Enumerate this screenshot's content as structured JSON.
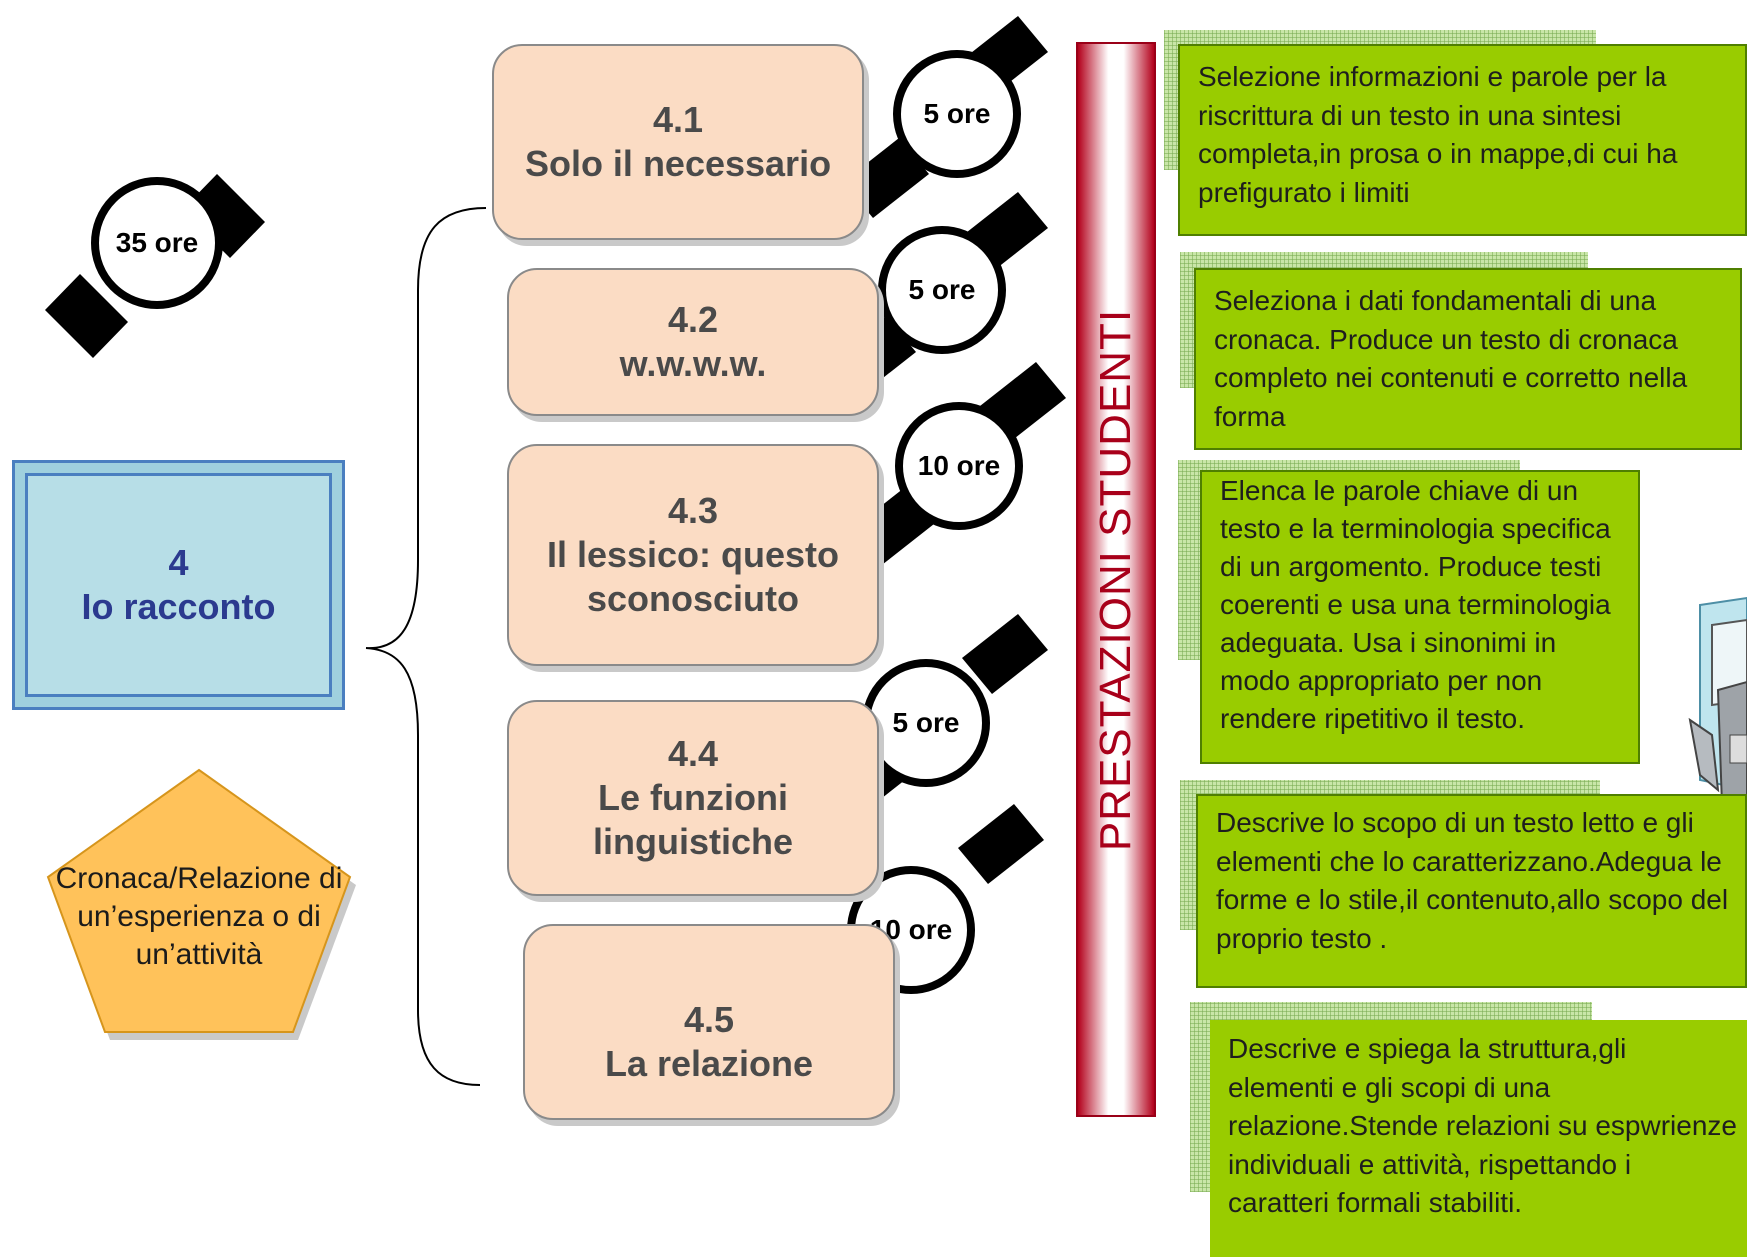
{
  "total_hours": "35 ore",
  "center": {
    "number": "4",
    "title": "Io racconto"
  },
  "pentagon": {
    "text": "Cronaca/Relazione di un’esperienza o di un’attività"
  },
  "vertical_banner": "PRESTAZIONI STUDENTI",
  "modules": [
    {
      "code": "4.1",
      "title": "Solo il necessario",
      "hours": "5 ore"
    },
    {
      "code": "4.2",
      "title": "w.w.w.w.",
      "hours": "5 ore"
    },
    {
      "code": "4.3",
      "title": "Il lessico: questo sconosciuto",
      "hours": "10 ore"
    },
    {
      "code": "4.4",
      "title": "Le funzioni linguistiche",
      "hours": "5 ore"
    },
    {
      "code": "4.5",
      "title": "La relazione",
      "hours": "10 ore"
    }
  ],
  "performances": [
    "Selezione informazioni e parole per la riscrittura di un testo in una sintesi completa,in prosa o in mappe,di cui ha prefigurato i limiti",
    "Seleziona i dati fondamentali di una cronaca. Produce un testo di cronaca completo nei contenuti e corretto nella forma",
    "Elenca le parole chiave di un testo e la terminologia specifica di un argomento. Produce testi coerenti e usa una terminologia adeguata. Usa i sinonimi in modo appropriato per non rendere ripetitivo il testo.",
    "Descrive lo scopo di un testo letto e gli elementi che lo caratterizzano.Adegua le forme e lo stile,il contenuto,allo scopo del proprio testo .",
    "Descrive e spiega la struttura,gli elementi e gli scopi di una relazione.Stende relazioni su espwrienze individuali e attività, rispettando i caratteri formali stabiliti."
  ],
  "icons": [
    "watch-icon",
    "computer-clipart-icon"
  ]
}
